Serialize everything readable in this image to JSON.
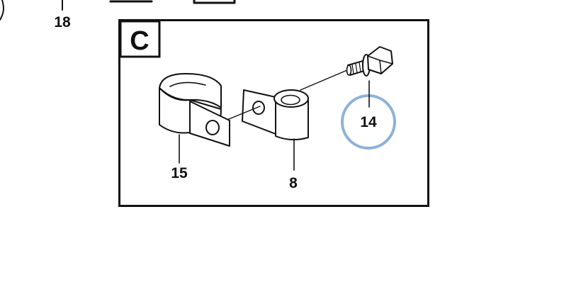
{
  "panel": {
    "letter": "C"
  },
  "callouts": {
    "top": "18",
    "bolt": "14",
    "clamp_left": "15",
    "clamp_right": "8"
  },
  "colors": {
    "ink": "#111111",
    "part_fill": "#ffffff",
    "highlight_ring": "#8eb2d6"
  }
}
